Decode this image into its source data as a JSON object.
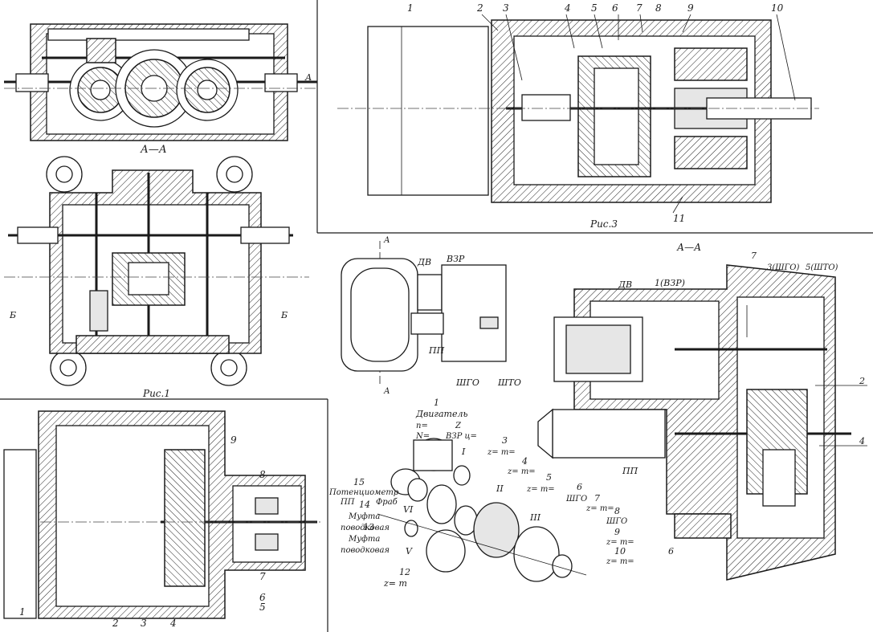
{
  "figures": {
    "fig1": {
      "caption": "Рис.1",
      "section_aa": "А—А",
      "arrow_a": "А",
      "arrow_b": "Б"
    },
    "fig3": {
      "caption": "Рис.3",
      "labels": [
        "1",
        "2",
        "3",
        "4",
        "5",
        "6",
        "7",
        "8",
        "9",
        "10",
        "11"
      ]
    },
    "fig_bottom_left": {
      "labels": [
        "1",
        "2",
        "3",
        "4",
        "5",
        "6",
        "7",
        "8",
        "9"
      ]
    },
    "assembly": {
      "section": "А—А",
      "arrow": "А",
      "dv": "ДВ",
      "vzr": "ВЗР",
      "pp": "ПП",
      "shgo": "ШГО",
      "shto": "ШТО",
      "labels": {
        "motor": "ДВ",
        "vzr": "1(ВЗР)",
        "n7": "7",
        "shgo3": "3(ШГО)",
        "shto5": "5(ШТО)",
        "n2": "2",
        "n4": "4",
        "n6": "6",
        "pp": "ПП"
      }
    },
    "kinematic": {
      "n1": "1",
      "motor": "Двигатель",
      "n_eq": "n=",
      "N_eq": "N=",
      "vzr": "Z",
      "vzr2": "ВЗР ц=",
      "n3": "3",
      "z_m": "z= m=",
      "n4": "4",
      "n5": "5",
      "n6": "6",
      "n7": "7",
      "shgo1": "ШГО",
      "n8": "8",
      "shgo2": "ШГО",
      "n9": "9",
      "n10": "10",
      "n12": "12",
      "z_m_bottom": "z=  m",
      "n13": "13",
      "coupling1": "Муфта",
      "coupling1b": "поводковая",
      "n14": "14",
      "coupling2": "Муфта",
      "coupling2b": "поводковая",
      "n15": "15",
      "pot": "Потенциометр",
      "pot2": "ПП",
      "pot3": "Фраб",
      "roman": [
        "I",
        "II",
        "III",
        "V",
        "VI"
      ]
    }
  }
}
